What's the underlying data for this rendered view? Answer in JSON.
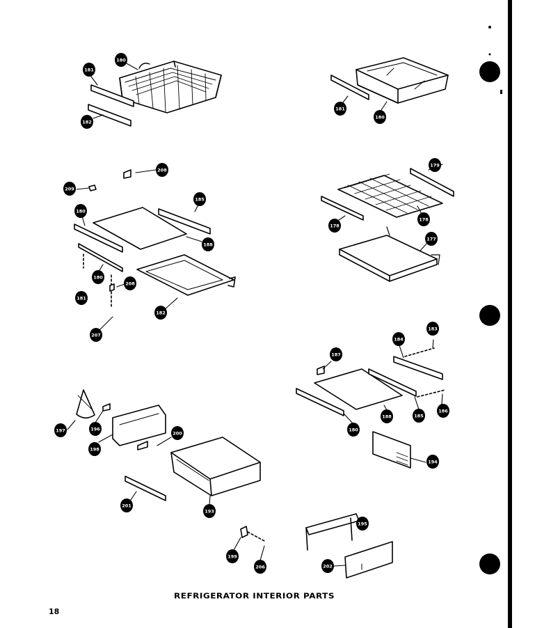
{
  "page": {
    "title": "REFRIGERATOR INTERIOR PARTS",
    "page_number": "18"
  },
  "callouts": {
    "c181a": "181",
    "c180a": "180",
    "c182a": "182",
    "c181b": "181",
    "c180b": "180",
    "c209a": "209",
    "c208a": "208",
    "c180c": "180",
    "c185a": "185",
    "c188a": "188",
    "c180d": "180",
    "c181c": "181",
    "c208b": "208",
    "c182b": "182",
    "c207a": "207",
    "c179a": "179",
    "c178a": "178",
    "c178b": "178",
    "c177a": "177",
    "c187a": "187",
    "c184a": "184",
    "c183a": "183",
    "c180e": "180",
    "c188b": "188",
    "c185b": "185",
    "c186a": "186",
    "c194a": "194",
    "c197a": "197",
    "c196a": "196",
    "c198a": "198",
    "c200a": "200",
    "c201a": "201",
    "c193a": "193",
    "c199a": "199",
    "c206a": "206",
    "c195a": "195",
    "c202a": "202"
  },
  "colors": {
    "ink": "#000000",
    "paper": "#ffffff"
  }
}
